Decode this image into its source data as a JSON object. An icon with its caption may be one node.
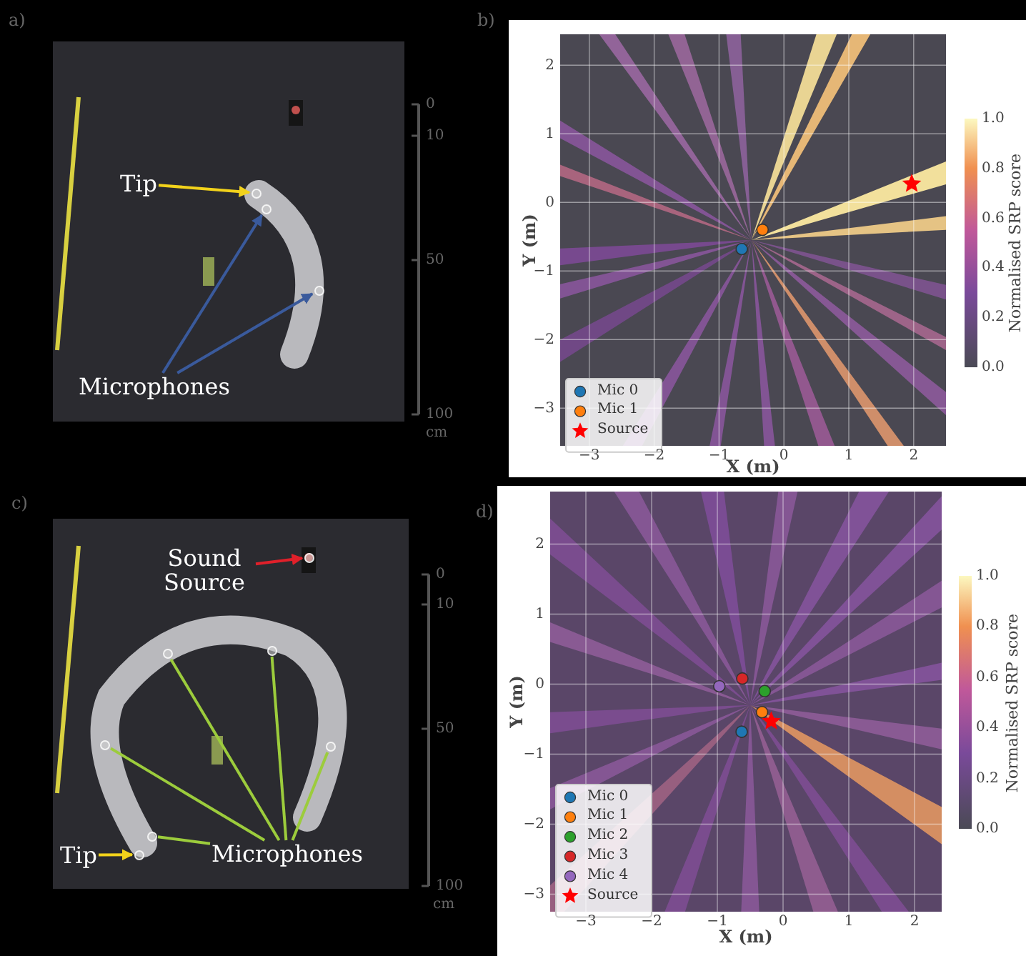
{
  "diagram": {
    "nodes": [
      {
        "text": [
          "Tip"
        ]
      },
      {
        "text": [],
        "shape": "circle"
      },
      {
        "text": [
          "Microphones"
        ]
      },
      {
        "text": [],
        "shape": "circle"
      },
      {
        "text": [],
        "shape": "circle"
      },
      {
        "text": [
          "Sound Source"
        ]
      },
      {
        "text": [],
        "shape": "circle"
      },
      {
        "text": [
          "Tip"
        ]
      },
      {
        "text": [],
        "shape": "circle"
      },
      {
        "text": [
          "Microphones"
        ]
      },
      {
        "text": [],
        "shape": "circle"
      },
      {
        "text": [],
        "shape": "circle"
      },
      {
        "text": [],
        "shape": "circle"
      },
      {
        "text": [],
        "shape": "circle"
      },
      {
        "text": [],
        "shape": "circle"
      }
    ],
    "edges": [
      {
        "from": 0,
        "to": 1,
        "arrow": "to",
        "color": "#f2d21b"
      },
      {
        "from": 2,
        "to": 3,
        "arrow": "to",
        "color": "#3a5a9c"
      },
      {
        "from": 2,
        "to": 4,
        "arrow": "to",
        "color": "#3a5a9c"
      },
      {
        "from": 5,
        "to": 6,
        "arrow": "to",
        "color": "#e0202a"
      },
      {
        "from": 7,
        "to": 8,
        "arrow": "to",
        "color": "#f2d21b"
      },
      {
        "from": 9,
        "to": 10,
        "arrow": "none"
      },
      {
        "from": 9,
        "to": 11,
        "arrow": "none"
      },
      {
        "from": 9,
        "to": 12,
        "arrow": "none"
      },
      {
        "from": 9,
        "to": 13,
        "arrow": "none"
      },
      {
        "from": 9,
        "to": 14,
        "arrow": "none"
      }
    ],
    "labels": [
      "a)",
      "0",
      "10",
      "50",
      "100",
      "cm",
      "b)",
      "2",
      "1",
      "0",
      "−1",
      "−2",
      "−3",
      "Y (m)",
      "−3",
      "−2",
      "−1",
      "0",
      "1",
      "2",
      "X (m)",
      "1.0",
      "0.8",
      "0.6",
      "0.4",
      "0.2",
      "0.0",
      "Normalised SRP score",
      "c)",
      "0",
      "10",
      "50",
      "100",
      "cm",
      "d)",
      "2",
      "1",
      "0",
      "−1",
      "−2",
      "−3",
      "Y (m)",
      "−3",
      "−2",
      "−1",
      "0",
      "1",
      "2",
      "X (m)",
      "1.0",
      "0.8",
      "0.6",
      "0.4",
      "0.2",
      "0.0",
      "Normalised SRP score"
    ],
    "legend": [
      {
        "text": "Mic 0",
        "color": "#1f77b4"
      },
      {
        "text": "Mic 1",
        "color": "#ff7f0e"
      },
      {
        "text": "Source",
        "color": "#ff0000"
      },
      {
        "text": "Mic 0",
        "color": "#1f77b4"
      },
      {
        "text": "Mic 1",
        "color": "#ff7f0e"
      },
      {
        "text": "Mic 2",
        "color": "#2ca02c"
      },
      {
        "text": "Mic 3",
        "color": "#d62728"
      },
      {
        "text": "Mic 4",
        "color": "#9467bd"
      },
      {
        "text": "Source",
        "color": "#ff0000"
      }
    ]
  }
}
